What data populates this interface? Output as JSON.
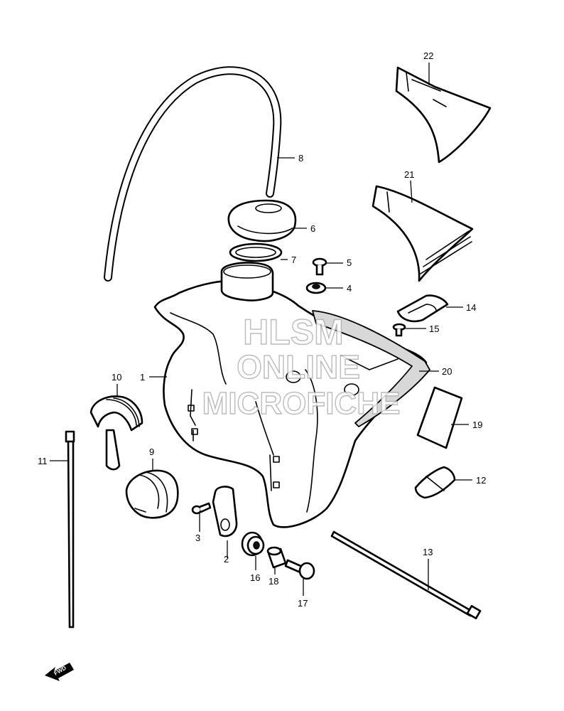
{
  "diagram": {
    "callouts": {
      "p1": "1",
      "p2": "2",
      "p3": "3",
      "p4": "4",
      "p5": "5",
      "p6": "6",
      "p7": "7",
      "p8": "8",
      "p9": "9",
      "p10": "10",
      "p11": "11",
      "p12": "12",
      "p13": "13",
      "p14": "14",
      "p15": "15",
      "p16": "16",
      "p17": "17",
      "p18": "18",
      "p19": "19",
      "p20": "20",
      "p21": "21",
      "p22": "22"
    },
    "watermark": {
      "line1": "HLSM",
      "line2": "ONLINE",
      "line3": "MICROFICHE"
    },
    "fwd_label": "FWD",
    "colors": {
      "line": "#000000",
      "background": "#ffffff",
      "watermark_outline": "#b0b0b0"
    }
  }
}
